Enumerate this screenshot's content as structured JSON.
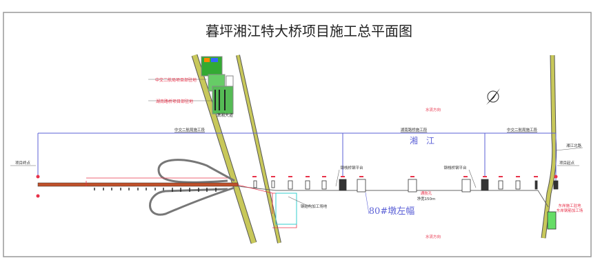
{
  "title": "暮坪湘江特大桥项目施工总平面图",
  "labels": {
    "camp_cccc": "中交二航局项目部驻地",
    "camp_hunan": "湖南路桥项目部驻地",
    "road_xiaoxiang": "潇湘大道",
    "section_left": "中交二航局施工段",
    "section_mid": "湖南路桥施工段",
    "section_right": "中交二航局施工段",
    "river": "湘　江",
    "end_point": "项目终点",
    "start_point": "项目起点",
    "road_right": "湘江北路",
    "trestle_1": "钢栈桥钢平台",
    "trestle_2": "钢栈桥钢平台",
    "steel_yard": "钢结构加工场地",
    "pier_80": "80#墩左幅",
    "nav_span_1": "通航孔",
    "nav_span_2": "净宽150m",
    "flow_top": "水流方向",
    "flow_bottom": "水流方向",
    "east_camp_1": "东岸施工驻地",
    "east_camp_2": "东岸钢筋加工场"
  },
  "colors": {
    "blue": "#5a5fd6",
    "red": "#e8324a",
    "road": "#c8c85a",
    "deck": "#c0502a"
  }
}
